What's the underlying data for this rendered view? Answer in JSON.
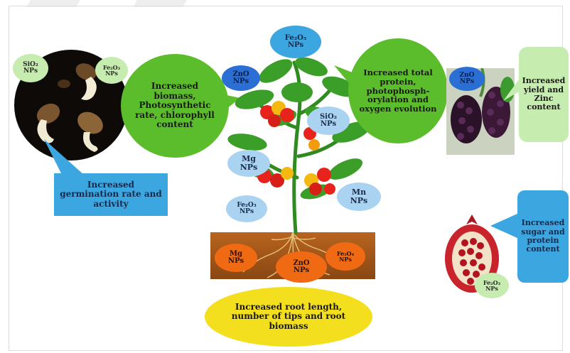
{
  "colors": {
    "green_bubble": "#5cbd2c",
    "green_light": "#c7ecb0",
    "blue_box": "#3ca6e0",
    "blue_np": "#a9d3f1",
    "blue_dark": "#2b6fd4",
    "soil": "#a55a1a",
    "orange_np": "#f06a14",
    "yellow": "#f4df1e",
    "stem": "#2f8a1f"
  },
  "icons": [
    "seeds-photo",
    "tomato-plant",
    "blackberry-photo",
    "pomegranate-photo",
    "root-system"
  ],
  "seed_panel": {
    "np_labels": [
      "SiO₂\nNPs",
      "Fe₂O₃\nNPs"
    ],
    "effect": "Increased germination rate and activity"
  },
  "leaf_panel": {
    "effect": "Increased biomass, Photosynthetic rate, chlorophyll content"
  },
  "top_panel": {
    "np_label": "Fe₂O₃\nNPs",
    "effect": "Increased total protein, photophosph-orylation and oxygen evolution"
  },
  "plant_nps": [
    {
      "id": "zno",
      "label": "ZnO\nNPs"
    },
    {
      "id": "sio2",
      "label": "SiO₂\nNPs"
    },
    {
      "id": "mg",
      "label": "Mg\nNPs"
    },
    {
      "id": "fe2o3",
      "label": "Fe₂O₃\nNPs"
    },
    {
      "id": "mn",
      "label": "Mn\nNPs"
    }
  ],
  "fruit_panel": {
    "np_label": "ZnO\nNPs",
    "effect": "Increased yield and Zinc content"
  },
  "root_panel": {
    "np_labels": [
      "Mg\nNPs",
      "ZnO\nNPs",
      "Fe₃O₄\nNPs"
    ],
    "effect": "Increased root length, number of tips and root biomass"
  },
  "pomegranate_panel": {
    "np_label": "Fe₂O₃\nNPs",
    "effect": "Increased sugar and protein content"
  }
}
